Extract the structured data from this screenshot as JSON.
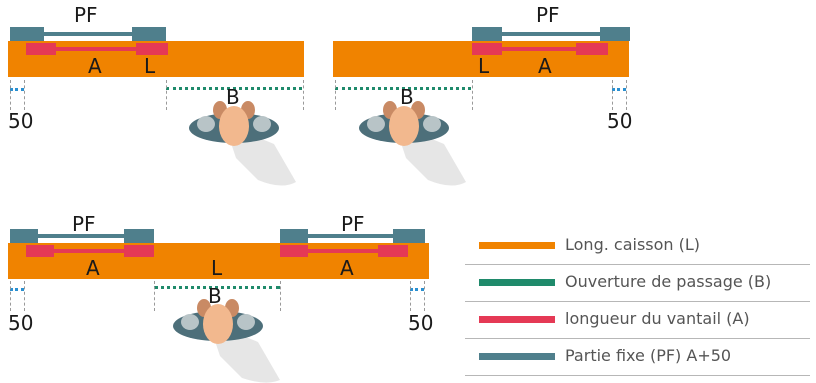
{
  "labels": {
    "pf": "PF",
    "a": "A",
    "l": "L",
    "b": "B",
    "offset": "50"
  },
  "legend": [
    {
      "text": "Long. caisson (L)",
      "color": "#f08300"
    },
    {
      "text": "Ouverture de passage (B)",
      "color": "#1f8a6b"
    },
    {
      "text": "longueur du vantail (A)",
      "color": "#e53955"
    },
    {
      "text": "Partie fixe (PF) A+50",
      "color": "#4f7f8c"
    }
  ],
  "icons": {
    "person": "person-top-view-icon"
  }
}
